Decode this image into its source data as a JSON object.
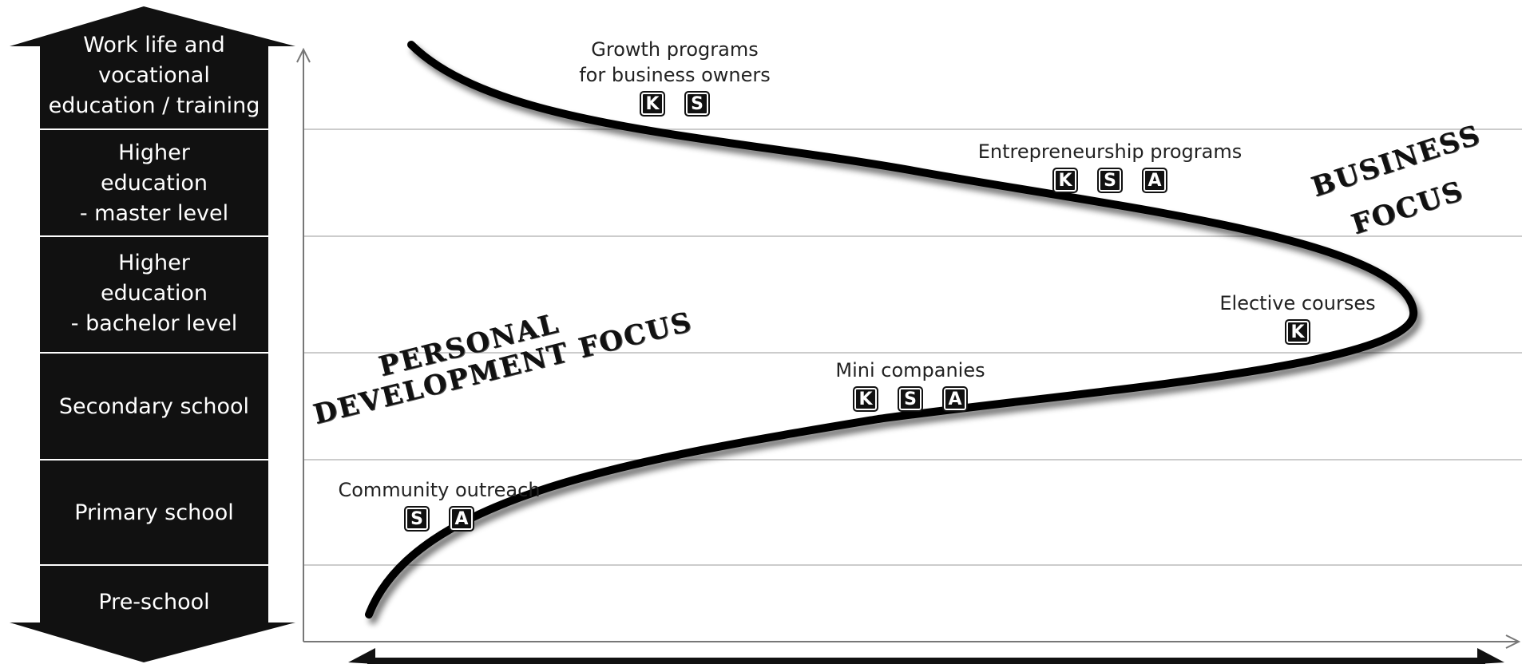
{
  "levels": [
    {
      "id": "work-life",
      "label": "Work life and\nvocational\neducation / training"
    },
    {
      "id": "higher-master",
      "label": "Higher\neducation\n- master level"
    },
    {
      "id": "higher-bachelor",
      "label": "Higher\neducation\n- bachelor level"
    },
    {
      "id": "secondary",
      "label": "Secondary school"
    },
    {
      "id": "primary",
      "label": "Primary school"
    },
    {
      "id": "pre-school",
      "label": "Pre-school"
    }
  ],
  "programs": {
    "growth": {
      "title": "Growth programs\nfor business owners",
      "badges": [
        "K",
        "S"
      ]
    },
    "entrepreneurship": {
      "title": "Entrepreneurship programs",
      "badges": [
        "K",
        "S",
        "A"
      ]
    },
    "elective": {
      "title": "Elective courses",
      "badges": [
        "K"
      ]
    },
    "mini": {
      "title": "Mini companies",
      "badges": [
        "K",
        "S",
        "A"
      ]
    },
    "community": {
      "title": "Community outreach",
      "badges": [
        "S",
        "A"
      ]
    }
  },
  "focus": {
    "personal_line1": "PERSONAL",
    "personal_line2": "DEVELOPMENT FOCUS",
    "business_line1": "BUSINESS",
    "business_line2": "FOCUS"
  },
  "colors": {
    "level_column": "#111111",
    "curve": "#000000",
    "gridline": "#bbbbbb",
    "axis": "#777777"
  }
}
